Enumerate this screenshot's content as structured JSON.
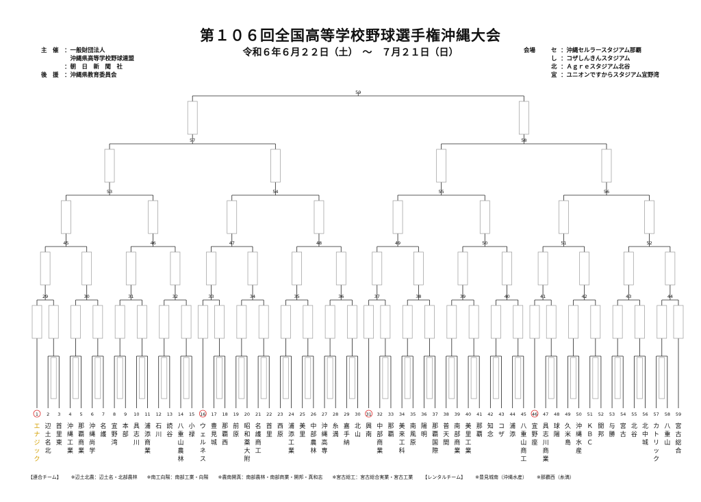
{
  "header": {
    "title": "第１０６回全国高等学校野球選手権沖縄大会",
    "dates": "令和６年６月２２日（土）　～　７月２１日（日）"
  },
  "organizers": [
    {
      "label": "主　催",
      "value": "：一般財団法人"
    },
    {
      "label": "",
      "value": "　沖縄県高等学校野球連盟"
    },
    {
      "label": "",
      "value": "：朝　日　新　聞　社"
    },
    {
      "label": "後　援",
      "value": "：沖縄県教育委員会"
    }
  ],
  "venues": {
    "label": "会場",
    "items": [
      {
        "code": "セ",
        "name": "：沖縄セルラースタジアム那覇"
      },
      {
        "code": "し",
        "name": "：コザしんきんスタジアム"
      },
      {
        "code": "北",
        "name": "：Ａｇｒｅスタジアム北谷"
      },
      {
        "code": "宜",
        "name": "：ユニオンですからスタジアム宜野湾"
      }
    ]
  },
  "teams": [
    "エナジック",
    "辺土名北",
    "首里東",
    "沖縄工業",
    "那覇商業",
    "沖縄尚学",
    "名護",
    "宜野湾",
    "本部",
    "具志川",
    "浦添商業",
    "石川",
    "読谷",
    "八重山農林",
    "小禄",
    "ウェルネス",
    "豊見城",
    "那覇西",
    "前原",
    "昭和薬大附",
    "名護商工",
    "首里",
    "西原",
    "浦添工業",
    "美里",
    "中部農林",
    "沖縄高専",
    "糸満",
    "嘉手納",
    "北山",
    "興南",
    "中部商業",
    "那覇",
    "美来工科",
    "南風原",
    "陽明",
    "那覇国際",
    "普天間",
    "南部商業",
    "美里工業",
    "那覇",
    "知念",
    "コザ",
    "浦添",
    "八重山商工",
    "宜野座",
    "具志川商業",
    "球陽",
    "久米島",
    "沖縄水産",
    "ＫＢＣ",
    "開邦",
    "与勝",
    "宮古",
    "北谷",
    "北中城",
    "カトリック",
    "八重山",
    "宮古総合"
  ],
  "seeds": [
    "1",
    "16",
    "31",
    "46"
  ],
  "r1_labels": [
    "エナジック",
    "首里東",
    "沖縄工業",
    "沖縄尚学",
    "宜野湾",
    "浦添商業",
    "読谷",
    "八重山農林",
    "那覇西",
    "前原",
    "首里",
    "西原",
    "美里",
    "糸満",
    "北山",
    "中部商業",
    "美来工科",
    "普天間",
    "美里工業",
    "知念",
    "コザ",
    "八重山商工",
    "具志川商業",
    "久米島",
    "ＫＢＣ",
    "与勝",
    "宮古",
    "北中城",
    "宮古総合"
  ],
  "games": [
    "29",
    "30",
    "31",
    "32",
    "33",
    "34",
    "35",
    "36",
    "37",
    "38",
    "39",
    "40",
    "41",
    "42",
    "43",
    "44",
    "45",
    "46",
    "47",
    "48",
    "49",
    "50",
    "51",
    "52",
    "53",
    "54",
    "55",
    "56",
    "57",
    "58",
    "59"
  ],
  "footer": [
    "【連合チーム】",
    "※辺土北農：辺土名・北部農林",
    "※南工向陽：南部工業・向陽",
    "※農南開真：南部農林・南部商業・開邦・真和志",
    "※宮古総工：宮古総合実業・宮古工業",
    "【レンタルチーム】",
    "※豊見城南（沖縄水産）",
    "※那覇西（糸満）"
  ]
}
